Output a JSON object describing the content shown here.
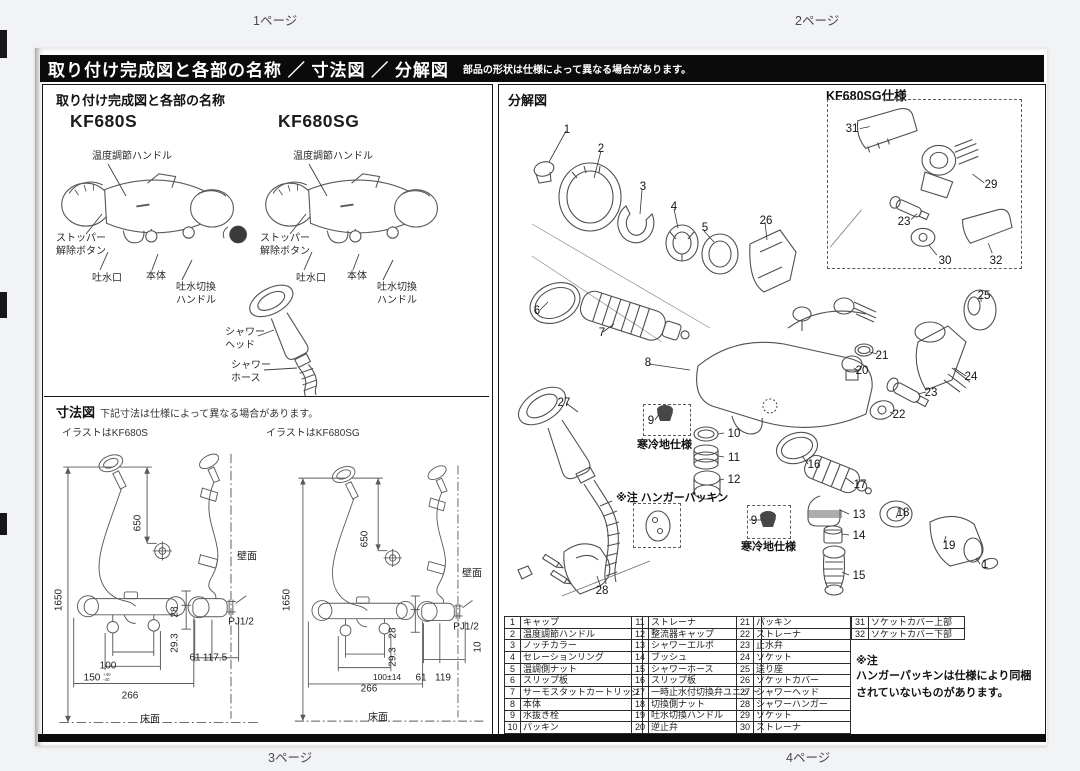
{
  "page_nav": {
    "p1": "1ページ",
    "p2": "2ページ",
    "p3": "3ページ",
    "p4": "4ページ"
  },
  "header": {
    "title": "取り付け完成図と各部の名称 ／ 寸法図 ／ 分解図",
    "note": "部品の形状は仕様によって異なる場合があります。"
  },
  "completed": {
    "section_title": "取り付け完成図と各部の名称",
    "model_left": "KF680S",
    "model_right": "KF680SG",
    "labels": {
      "temp": "温度調節ハンドル",
      "stopper": "ストッパー\n解除ボタン",
      "spout": "吐水口",
      "body": "本体",
      "switch": "吐水切換\nハンドル",
      "head": "シャワー\nヘッド",
      "hose": "シャワー\nホース"
    }
  },
  "dims": {
    "section_title": "寸法図",
    "note": "下記寸法は仕様によって異なる場合があります。",
    "caption_left": "イラストはKF680S",
    "caption_right": "イラストはKF680SG",
    "wall": "壁面",
    "floor": "床面",
    "v650": "650",
    "v1650": "1650",
    "v28": "28",
    "v293": "29.3",
    "pj": "PJ1/2",
    "s": {
      "p100": "100",
      "p150": "150",
      "tol": "+40\n-40",
      "w266": "266",
      "d61": "61",
      "d117": "117.5"
    },
    "g": {
      "p100": "100±14",
      "w266": "266",
      "d61": "61",
      "d119": "119",
      "d10": "10"
    }
  },
  "exploded": {
    "section_title": "分解図",
    "inset_title": "KF680SG仕様",
    "cold": "寒冷地仕様",
    "hanger_note": "※注 ハンガーパッキン",
    "nums": [
      "1",
      "2",
      "3",
      "4",
      "5",
      "6",
      "7",
      "8",
      "9",
      "10",
      "11",
      "12",
      "13",
      "14",
      "15",
      "16",
      "17",
      "18",
      "19",
      "20",
      "21",
      "22",
      "23",
      "24",
      "25",
      "26",
      "27",
      "28",
      "29",
      "30",
      "31",
      "32"
    ]
  },
  "parts": {
    "c1": [
      {
        "n": "1",
        "t": "キャップ"
      },
      {
        "n": "2",
        "t": "温度調節ハンドル"
      },
      {
        "n": "3",
        "t": "ノッチカラー"
      },
      {
        "n": "4",
        "t": "セレーションリング"
      },
      {
        "n": "5",
        "t": "温調側ナット"
      },
      {
        "n": "6",
        "t": "スリップ板"
      },
      {
        "n": "7",
        "t": "サーモスタットカートリッジ"
      },
      {
        "n": "8",
        "t": "本体"
      },
      {
        "n": "9",
        "t": "水抜き栓"
      },
      {
        "n": "10",
        "t": "パッキン"
      }
    ],
    "c2": [
      {
        "n": "11",
        "t": "ストレーナ"
      },
      {
        "n": "12",
        "t": "整流器キャップ"
      },
      {
        "n": "13",
        "t": "シャワーエルボ"
      },
      {
        "n": "14",
        "t": "ブッシュ"
      },
      {
        "n": "15",
        "t": "シャワーホース"
      },
      {
        "n": "16",
        "t": "スリップ板"
      },
      {
        "n": "17",
        "t": "一時止水付切換弁ユニット"
      },
      {
        "n": "18",
        "t": "切換側ナット"
      },
      {
        "n": "19",
        "t": "吐水切換ハンドル"
      },
      {
        "n": "20",
        "t": "逆止弁"
      }
    ],
    "c3": [
      {
        "n": "21",
        "t": "パッキン"
      },
      {
        "n": "22",
        "t": "ストレーナ"
      },
      {
        "n": "23",
        "t": "止水弁"
      },
      {
        "n": "24",
        "t": "ソケット"
      },
      {
        "n": "25",
        "t": "送り座"
      },
      {
        "n": "26",
        "t": "ソケットカバー"
      },
      {
        "n": "27",
        "t": "シャワーヘッド"
      },
      {
        "n": "28",
        "t": "シャワーハンガー"
      },
      {
        "n": "29",
        "t": "ソケット"
      },
      {
        "n": "30",
        "t": "ストレーナ"
      }
    ],
    "c4": [
      {
        "n": "31",
        "t": "ソケットカバー上部"
      },
      {
        "n": "32",
        "t": "ソケットカバー下部"
      }
    ]
  },
  "note": {
    "head": "※注",
    "body": "ハンガーパッキンは仕様により同梱されていないものがあります。"
  }
}
